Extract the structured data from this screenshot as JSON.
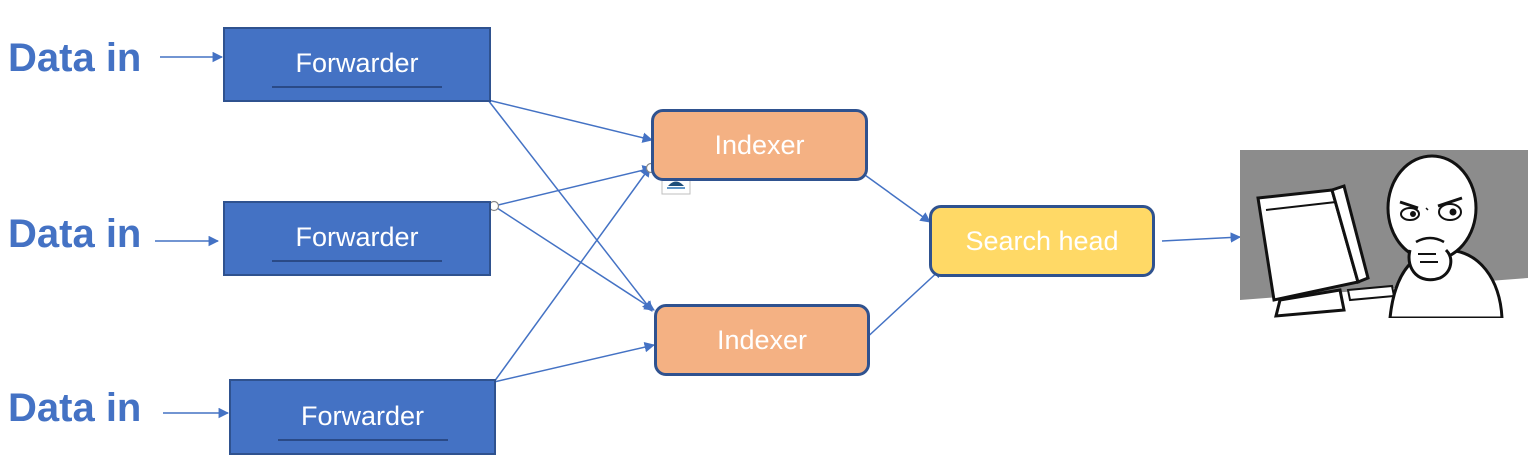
{
  "inputs": [
    "Data in",
    "Data in",
    "Data in"
  ],
  "forwarders": [
    "Forwarder",
    "Forwarder",
    "Forwarder"
  ],
  "indexers": [
    "Indexer",
    "Indexer"
  ],
  "search_head": "Search head",
  "colors": {
    "forwarder_fill": "#4472c4",
    "indexer_fill": "#f4b183",
    "search_head_fill": "#ffd966",
    "border": "#2f528f",
    "arrow": "#4472c4",
    "data_in_text": "#4472c4"
  }
}
